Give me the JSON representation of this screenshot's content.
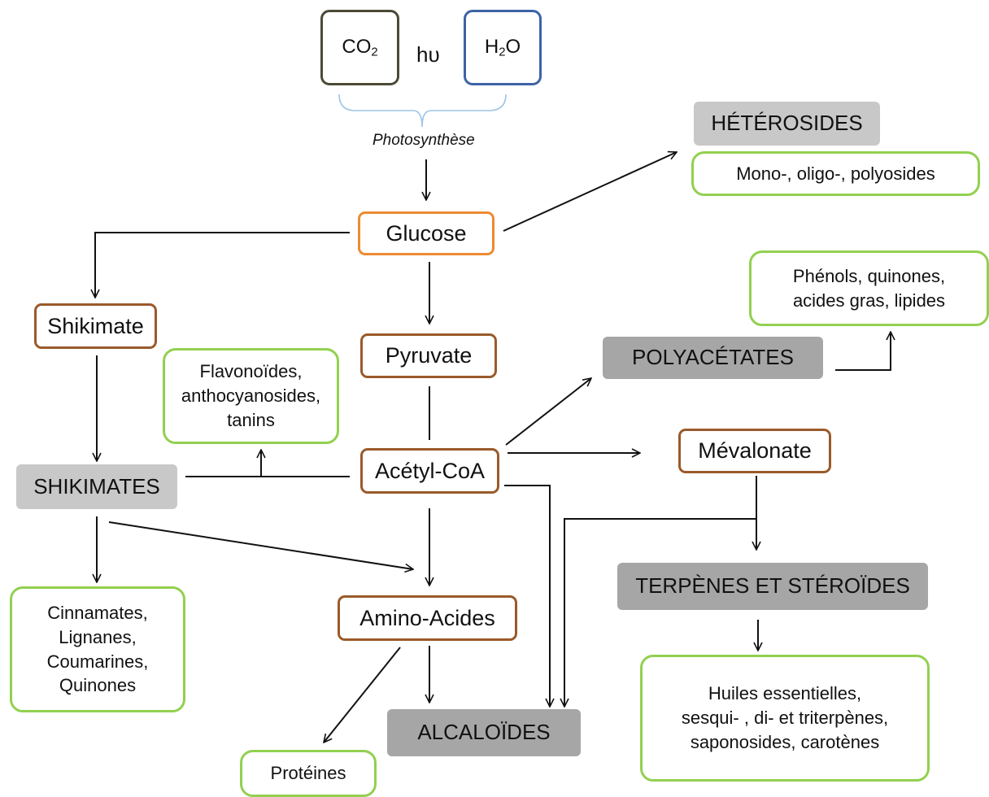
{
  "inputs": {
    "co2": {
      "text": "CO",
      "sub": "2"
    },
    "h2o": {
      "pre": "H",
      "sub": "2",
      "post": "O"
    },
    "light": "hυ",
    "process": "Photosynthèse"
  },
  "nodes": {
    "glucose": "Glucose",
    "pyruvate": "Pyruvate",
    "acetyl_coa": "Acétyl-CoA",
    "shikimate": "Shikimate",
    "mevalonate": "Mévalonate",
    "amino_acides": "Amino-Acides"
  },
  "classes": {
    "heterosides": "HÉTÉROSIDES",
    "polyacetates": "POLYACÉTATES",
    "shikimates": "SHIKIMATES",
    "terpenes_steroides": "TERPÈNES ET STÉROÏDES",
    "alcaloides": "ALCALOÏDES"
  },
  "products": {
    "heterosides_products": "Mono-, oligo-, polyosides",
    "polyacetates_products": "Phénols, quinones,\nacides gras, lipides",
    "shikimates_upper_products": "Flavonoïdes,\nanthocyanosides,\ntanins",
    "shikimates_lower_products": "Cinnamates,\nLignanes,\nCoumarines,\nQuinones",
    "terpenes_products": "Huiles essentielles,\nsesqui- , di- et triterpènes,\nsaponosides, carotènes",
    "amino_products": "Protéines"
  },
  "colors": {
    "intermediate_border": "#9a5a2a",
    "glucose_border": "#ed8a33",
    "product_border": "#92d050",
    "class_fill_light": "#c8c8c8",
    "class_fill_dark": "#a6a6a6",
    "co2_border": "#4c4a36",
    "h2o_border": "#3d63a7",
    "brace": "#9dc3e6",
    "arrow": "#111111"
  }
}
